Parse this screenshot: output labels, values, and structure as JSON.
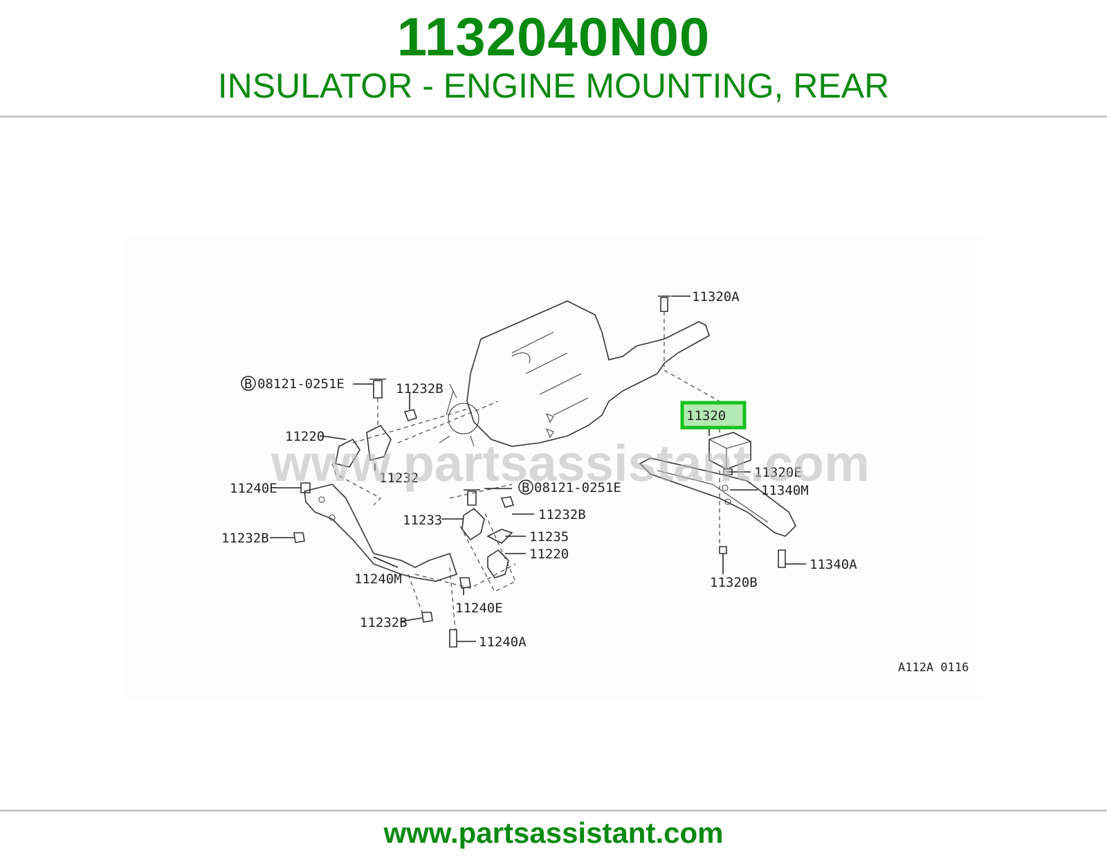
{
  "header": {
    "part_number": "1132040N00",
    "part_name": "INSULATOR - ENGINE MOUNTING, REAR"
  },
  "diagram": {
    "watermark": "www.partsassistant.com",
    "reference_code": "A112A 0116",
    "highlighted_callout": "11320",
    "highlight_color": "#14c21e",
    "callouts": {
      "c11320a": "11320A",
      "c08121a": "08121-0251E",
      "c08121b": "08121-0251E",
      "c11232b_1": "11232B",
      "c11220_1": "11220",
      "c11232": "11232",
      "c11240e_1": "11240E",
      "c11232b_2": "11232B",
      "c11240m": "11240M",
      "c11233": "11233",
      "c11232b_3": "11232B",
      "c11235": "11235",
      "c11220_2": "11220",
      "c11240e_2": "11240E",
      "c11232b_4": "11232B",
      "c11240a": "11240A",
      "c11320e": "11320E",
      "c11340m": "11340M",
      "c11320b": "11320B",
      "c11340a": "11340A"
    },
    "bolt_marker": "B"
  },
  "footer": {
    "site": "www.partsassistant.com"
  }
}
